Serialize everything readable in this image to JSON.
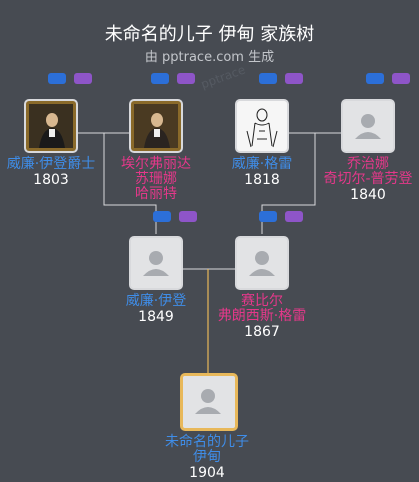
{
  "header": {
    "title": "未命名的儿子 伊甸 家族树",
    "subtitle": "由 pptrace.com 生成"
  },
  "persons": {
    "p1": {
      "name_lines": [
        "威廉·伊登爵士"
      ],
      "year": "1803",
      "sex": "male",
      "photo": "portrait-painting"
    },
    "p2": {
      "name_lines": [
        "埃尔弗丽达",
        "苏珊娜",
        "哈丽特"
      ],
      "year": "",
      "sex": "female",
      "photo": "portrait-painting"
    },
    "p3": {
      "name_lines": [
        "威廉·格雷"
      ],
      "year": "1818",
      "sex": "male",
      "photo": "sketch-portrait"
    },
    "p4": {
      "name_lines": [
        "乔治娜",
        "奇切尔-普劳登"
      ],
      "year": "1840",
      "sex": "female",
      "photo": "placeholder-avatar"
    },
    "p5": {
      "name_lines": [
        "威廉·伊登"
      ],
      "year": "1849",
      "sex": "male",
      "photo": "placeholder-avatar"
    },
    "p6": {
      "name_lines": [
        "赛比尔",
        "弗朗西斯·格雷"
      ],
      "year": "1867",
      "sex": "female",
      "photo": "placeholder-avatar"
    },
    "p7": {
      "name_lines": [
        "未命名的儿子",
        "伊甸"
      ],
      "year": "1904",
      "sex": "male",
      "photo": "placeholder-avatar"
    }
  },
  "colors": {
    "background": "#474b52",
    "male_name": "#3f8de8",
    "female_name": "#e4388a",
    "connector": "#d9dadc",
    "focus_line": "#e8b85a",
    "expand_father": "#2c6fd8",
    "expand_mother": "#8e55c8"
  }
}
